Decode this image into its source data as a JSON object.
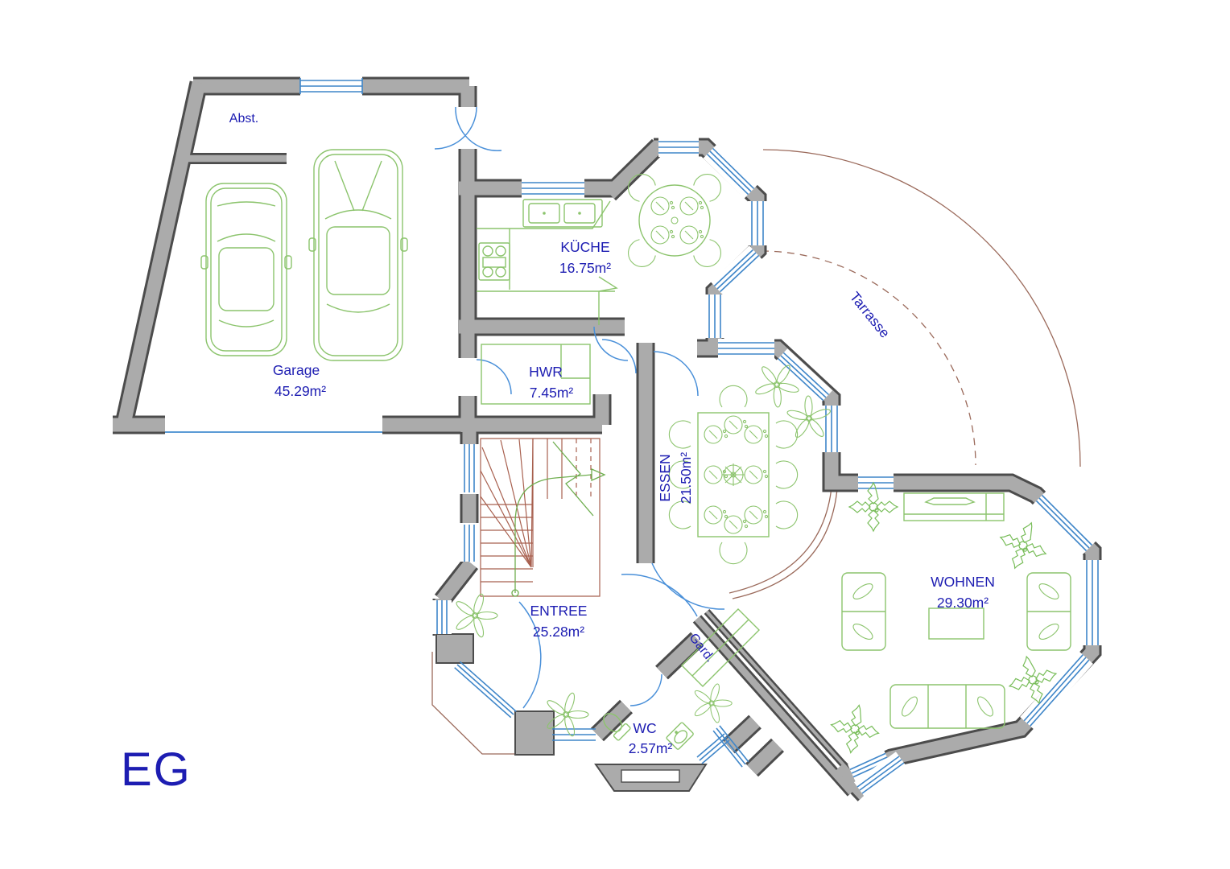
{
  "title": {
    "label": "EG"
  },
  "rooms": [
    {
      "id": "abst",
      "name": "Abst.",
      "area": ""
    },
    {
      "id": "garage",
      "name": "Garage",
      "area": "45.29m²"
    },
    {
      "id": "kueche",
      "name": "KÜCHE",
      "area": "16.75m²"
    },
    {
      "id": "hwr",
      "name": "HWR",
      "area": "7.45m²"
    },
    {
      "id": "essen",
      "name": "ESSEN",
      "area": "21.50m²"
    },
    {
      "id": "entree",
      "name": "ENTREE",
      "area": "25.28m²"
    },
    {
      "id": "wc",
      "name": "WC",
      "area": "2.57m²"
    },
    {
      "id": "gard",
      "name": "Gard.",
      "area": ""
    },
    {
      "id": "wohnen",
      "name": "WOHNEN",
      "area": "29.30m²"
    },
    {
      "id": "tarrasse",
      "name": "Tarrasse",
      "area": ""
    }
  ],
  "colors": {
    "wall_fill": "#ababab",
    "wall_outline": "#4c4c4c",
    "window_blue": "#3f86c9",
    "door_blue": "#4a90d9",
    "furniture_green": "#8cc46d",
    "plant_green": "#79bd5a",
    "stair_brown": "#a8604f",
    "terrace_brown": "#9b6a5b",
    "label_blue": "#1d1db2",
    "background": "#ffffff"
  }
}
